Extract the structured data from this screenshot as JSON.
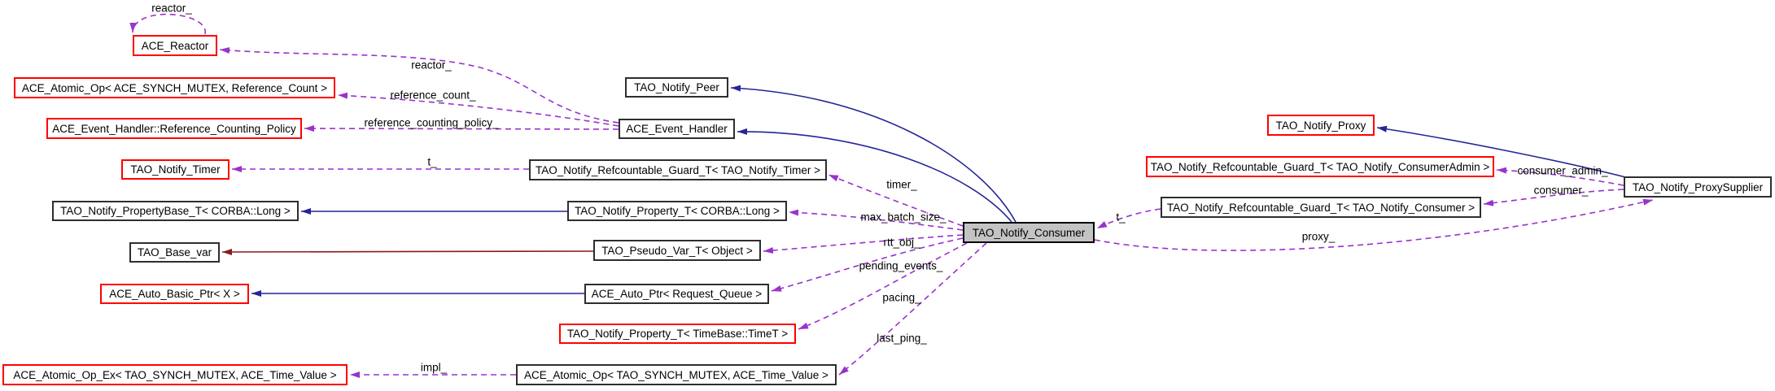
{
  "colors": {
    "usage_edge": "#9a32cd",
    "public_inheritance_edge": "#252596",
    "private_inheritance_edge": "#8b1a1a",
    "external_node_border": "#ff0000",
    "node_border": "#2e2e2e",
    "main_node_fill": "#c3c3c3"
  },
  "nodes": {
    "ace_reactor": {
      "label": "ACE_Reactor"
    },
    "atomic_op_ref": {
      "label": "ACE_Atomic_Op< ACE_SYNCH_MUTEX, Reference_Count >"
    },
    "ref_policy": {
      "label": "ACE_Event_Handler::Reference_Counting_Policy"
    },
    "notify_timer": {
      "label": "TAO_Notify_Timer"
    },
    "property_base": {
      "label": "TAO_Notify_PropertyBase_T< CORBA::Long >"
    },
    "base_var": {
      "label": "TAO_Base_var"
    },
    "auto_basic_ptr": {
      "label": "ACE_Auto_Basic_Ptr< X >"
    },
    "atomic_op_ex": {
      "label": "ACE_Atomic_Op_Ex< TAO_SYNCH_MUTEX, ACE_Time_Value >"
    },
    "notify_peer": {
      "label": "TAO_Notify_Peer"
    },
    "event_handler": {
      "label": "ACE_Event_Handler"
    },
    "guard_timer": {
      "label": "TAO_Notify_Refcountable_Guard_T< TAO_Notify_Timer >"
    },
    "property_long": {
      "label": "TAO_Notify_Property_T< CORBA::Long >"
    },
    "pseudo_var": {
      "label": "TAO_Pseudo_Var_T< Object >"
    },
    "auto_ptr": {
      "label": "ACE_Auto_Ptr< Request_Queue >"
    },
    "property_timet": {
      "label": "TAO_Notify_Property_T< TimeBase::TimeT >"
    },
    "atomic_op_time": {
      "label": "ACE_Atomic_Op< TAO_SYNCH_MUTEX, ACE_Time_Value >"
    },
    "consumer": {
      "label": "TAO_Notify_Consumer"
    },
    "notify_proxy": {
      "label": "TAO_Notify_Proxy"
    },
    "guard_consumer_admin": {
      "label": "TAO_Notify_Refcountable_Guard_T< TAO_Notify_ConsumerAdmin >"
    },
    "guard_consumer": {
      "label": "TAO_Notify_Refcountable_Guard_T< TAO_Notify_Consumer >"
    },
    "proxy_supplier": {
      "label": "TAO_Notify_ProxySupplier"
    }
  },
  "edge_labels": {
    "reactor_loop": "reactor_",
    "reactor": "reactor_",
    "reference_count": "reference_count_",
    "reference_counting_policy": "reference_counting_policy_",
    "t_timer": "t_",
    "timer": "timer_",
    "max_batch_size": "max_batch_size_",
    "rtt_obj": "rtt_obj_",
    "pending_events": "pending_events_",
    "pacing": "pacing_",
    "last_ping": "last_ping_",
    "impl": "impl_",
    "consumer_admin": "consumer_admin_",
    "consumer": "consumer_",
    "t_consumer": "t_",
    "proxy": "proxy_"
  }
}
